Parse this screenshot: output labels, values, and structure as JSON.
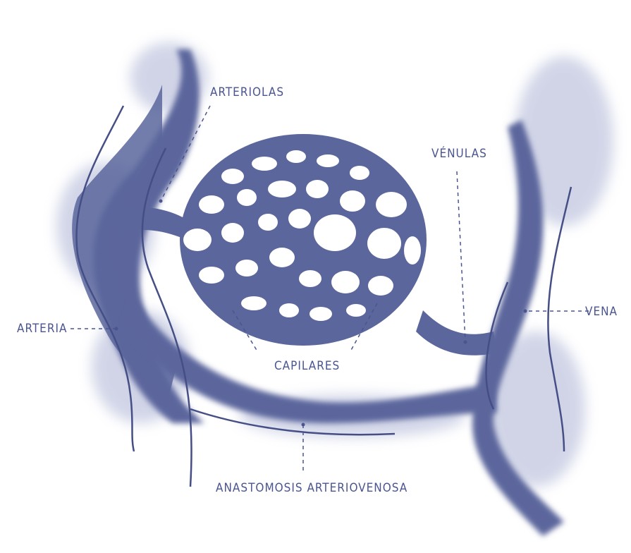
{
  "labels": {
    "arteriolas": "ARTERIOLAS",
    "venulas": "VÉNULAS",
    "arteria": "ARTERIA",
    "vena": "VENA",
    "capilares": "CAPILARES",
    "anastomosis": "ANASTOMOSIS ARTERIOVENOSA"
  },
  "colors": {
    "vessel": "#5b669c",
    "vessel_dark": "#454f85",
    "vessel_light": "#a7aed0",
    "label": "#4a5590",
    "background": "#ffffff"
  }
}
